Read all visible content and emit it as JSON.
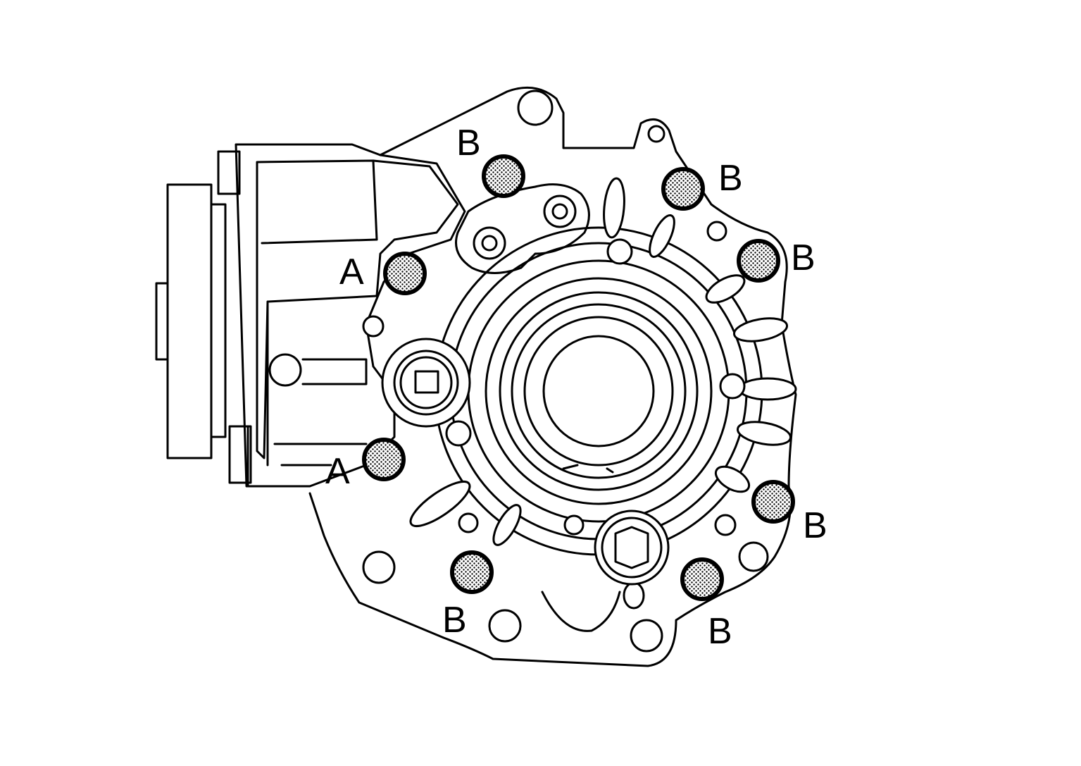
{
  "diagram": {
    "bolt_marker_color": "#000000",
    "labels": {
      "b_top": "B",
      "b_upper_right": "B",
      "b_right_upper": "B",
      "a_upper": "A",
      "a_lower": "A",
      "b_right_lower": "B",
      "b_bottom_left": "B",
      "b_bottom_right": "B"
    }
  }
}
